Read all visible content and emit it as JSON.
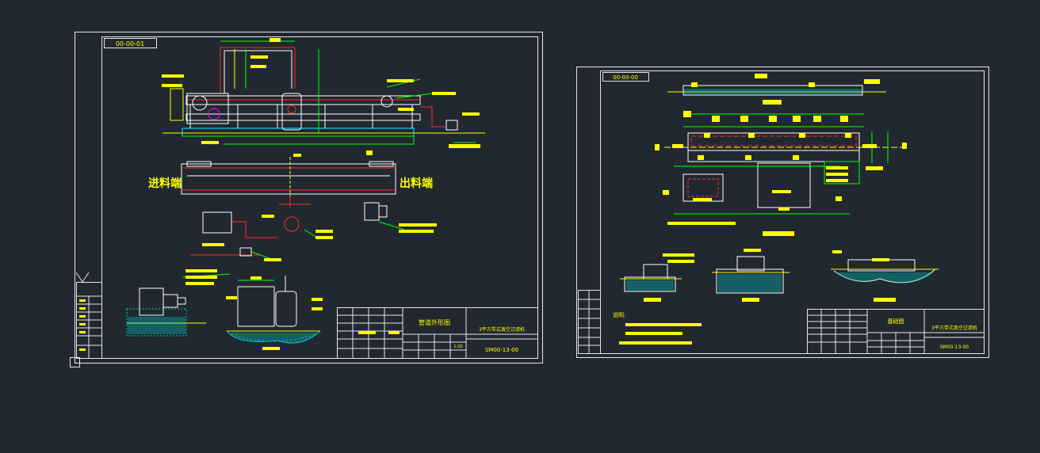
{
  "canvas": {
    "background": "#212830"
  },
  "colors": {
    "frame": "#e6e6e6",
    "line_yellow": "#ffff00",
    "line_green": "#00ff00",
    "line_cyan": "#00ffff",
    "line_red": "#ff2a2a",
    "line_magenta": "#ff00ff",
    "line_white": "#ffffff",
    "hatch": "#00c8c8"
  },
  "sheet1": {
    "tag": "00-00-01",
    "inlet_label": "进料端",
    "outlet_label": "出料端",
    "title_block": {
      "drawing_title": "管道外形图",
      "product_name": "3平方带式真空过滤机",
      "drawing_no": "SM00-13-00",
      "scale": "1:20"
    }
  },
  "sheet2": {
    "tag": "00-00-00",
    "title_block": {
      "drawing_title": "基础图",
      "product_name": "3平方带式真空过滤机",
      "drawing_no": "SM00-13-00"
    },
    "notes_title": "说明:"
  }
}
